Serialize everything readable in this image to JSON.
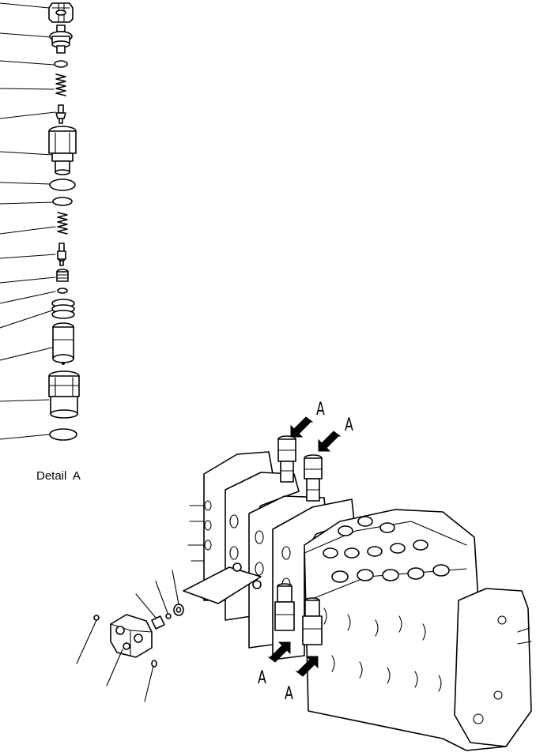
{
  "detail_caption": "Detail  A",
  "callouts": [
    "A",
    "A",
    "A",
    "A"
  ]
}
